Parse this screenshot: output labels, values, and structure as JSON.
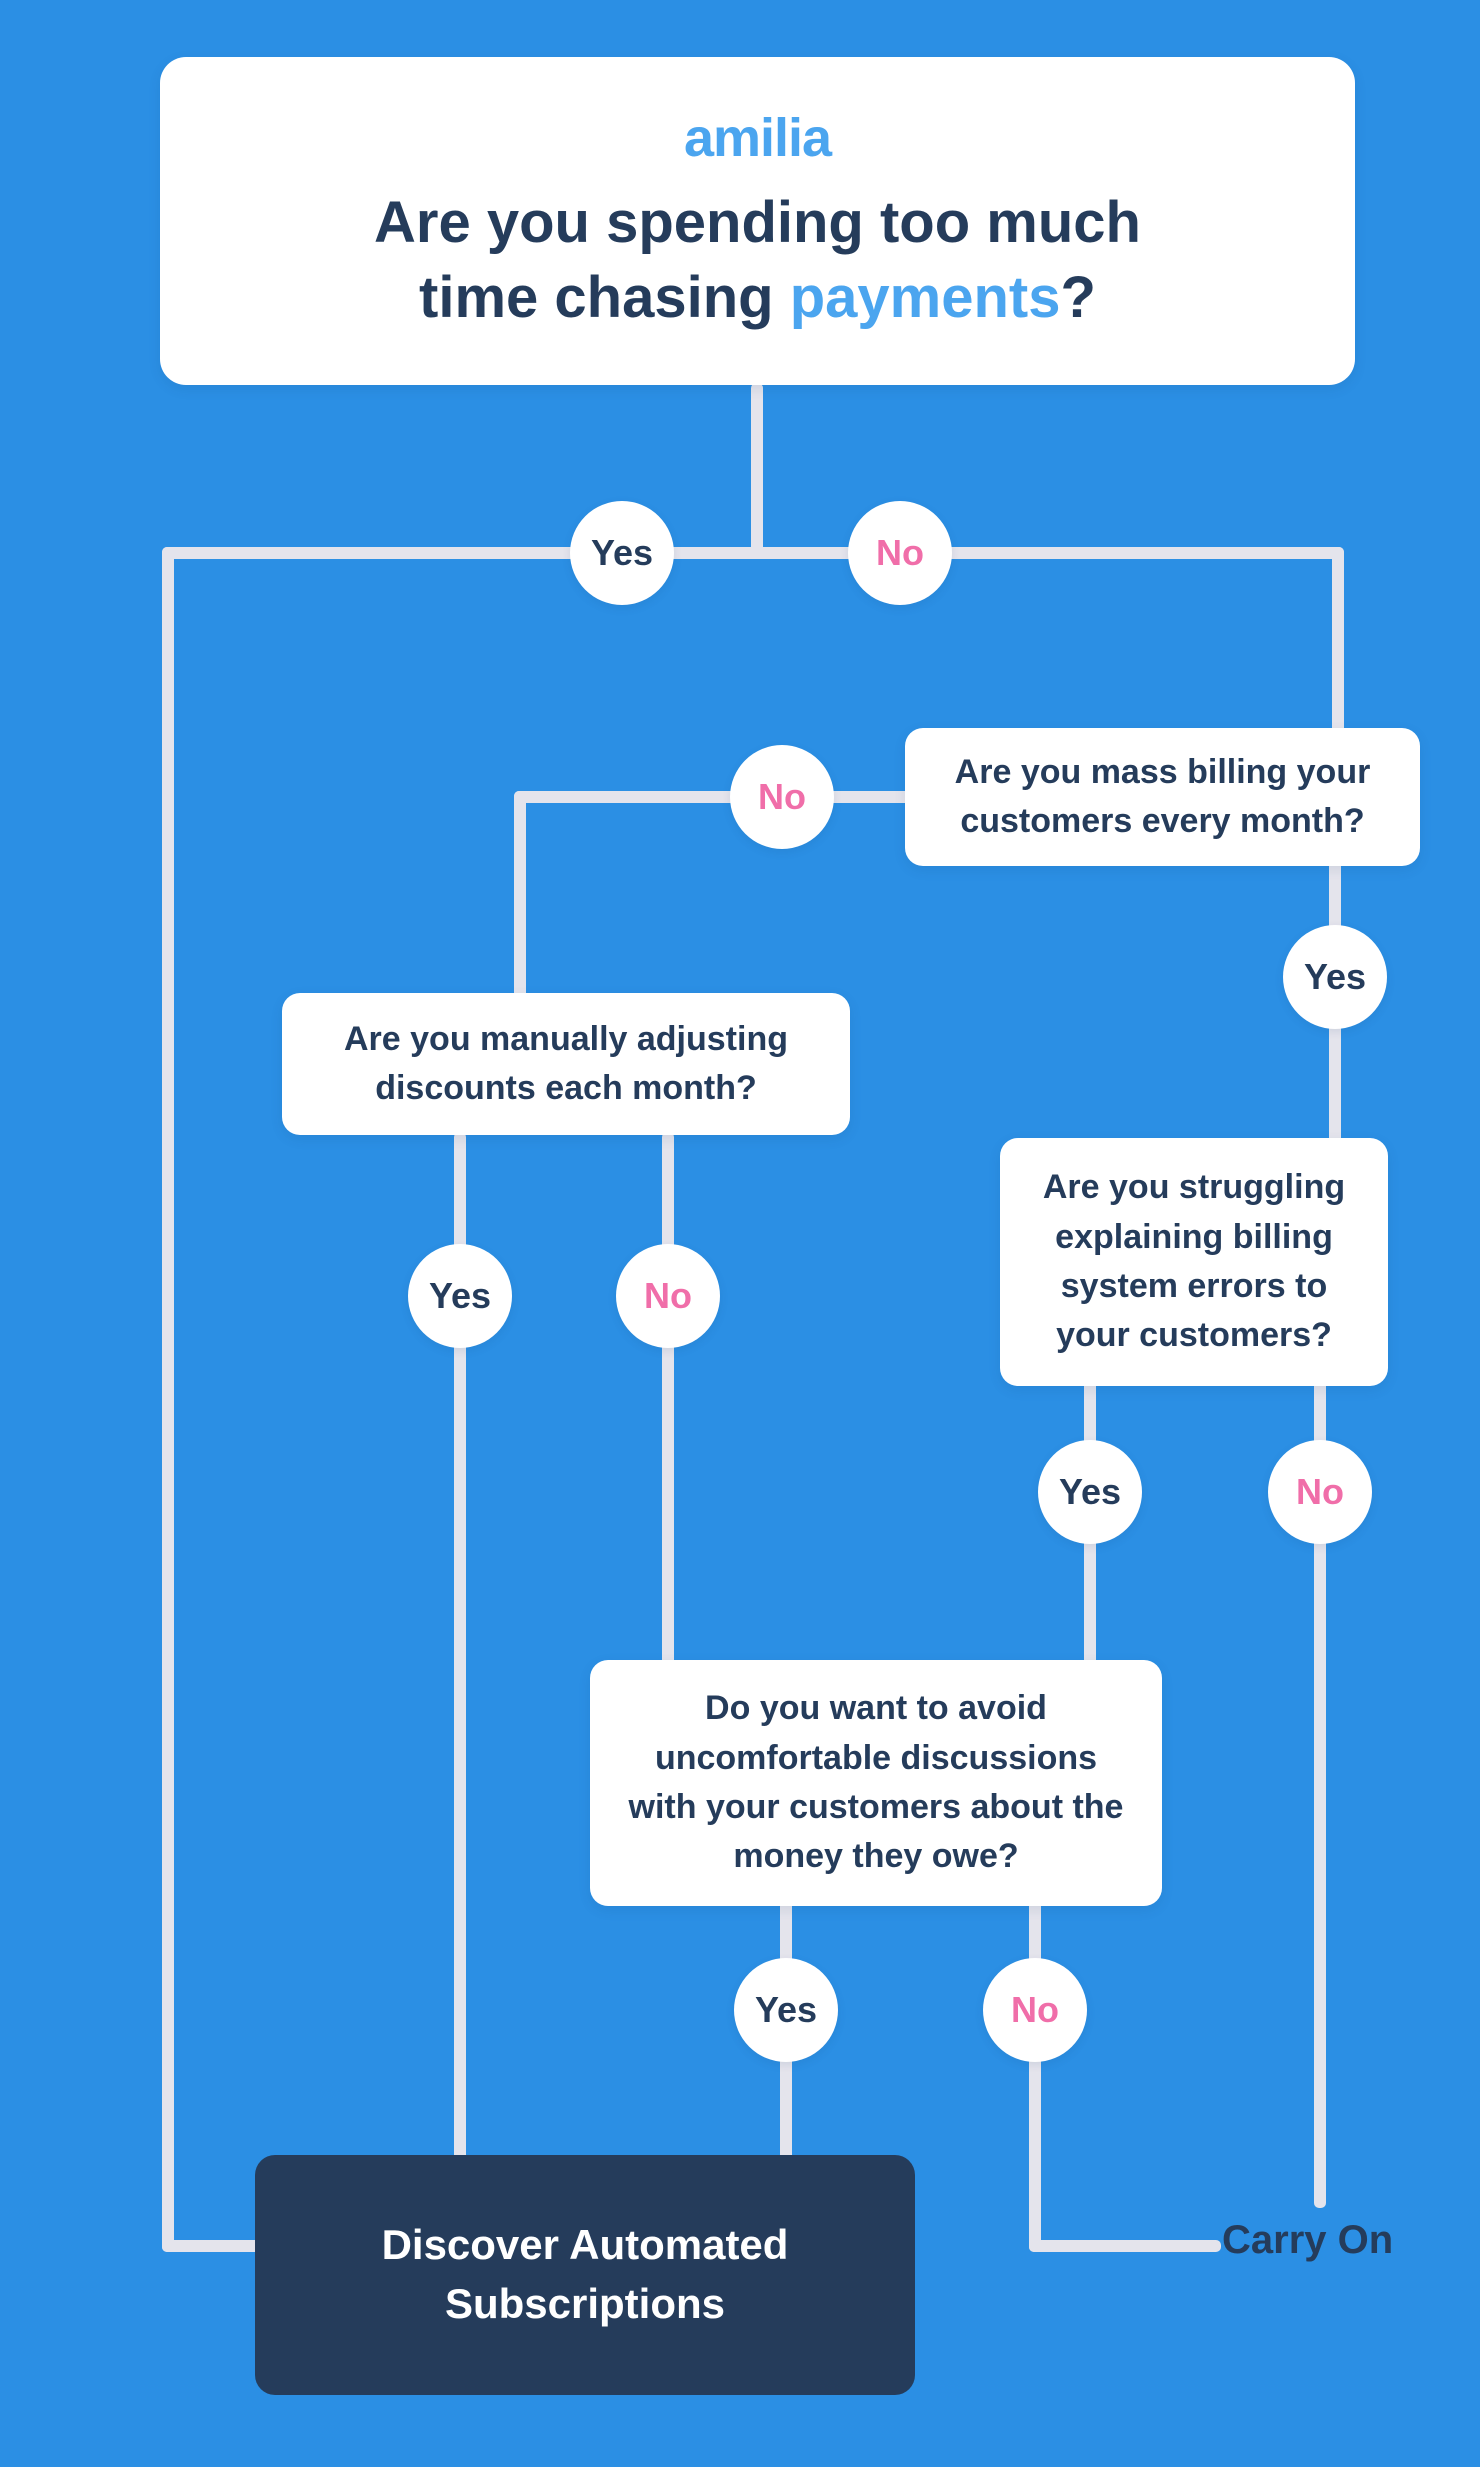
{
  "header": {
    "logo": "amilia",
    "title_line1": "Are you spending too much",
    "title_line2_prefix": "time chasing ",
    "title_highlight": "payments",
    "title_suffix": "?"
  },
  "questions": {
    "mass_billing": "Are you mass billing your customers every month?",
    "manual_discounts": "Are you manually adjusting discounts each month?",
    "billing_errors": "Are you struggling explaining billing system errors to your customers?",
    "avoid_discussions": "Do you want to avoid uncomfortable discussions with your customers about the money they owe?"
  },
  "labels": {
    "yes": "Yes",
    "no": "No"
  },
  "outcomes": {
    "discover": "Discover Automated Subscriptions",
    "carry_on": "Carry On"
  },
  "colors": {
    "background": "#2B8FE4",
    "accent_blue": "#4BA5EF",
    "navy": "#253C5B",
    "pink": "#F06EA9",
    "connector": "#E4E4EC",
    "card_white": "#FFFFFF"
  }
}
